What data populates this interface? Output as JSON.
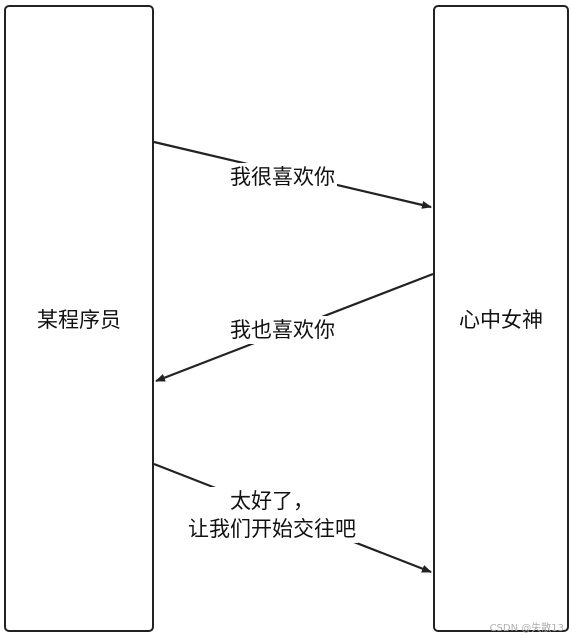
{
  "participants": {
    "left": "某程序员",
    "right": "心中女神"
  },
  "messages": [
    {
      "text": "我很喜欢你",
      "from": "left",
      "to": "right"
    },
    {
      "text": "我也喜欢你",
      "from": "right",
      "to": "left"
    },
    {
      "line1": "太好了，",
      "line2": "让我们开始交往吧",
      "from": "left",
      "to": "right"
    }
  ],
  "watermark": "CSDN @失散13",
  "colors": {
    "stroke": "#222222",
    "text": "#111111"
  }
}
